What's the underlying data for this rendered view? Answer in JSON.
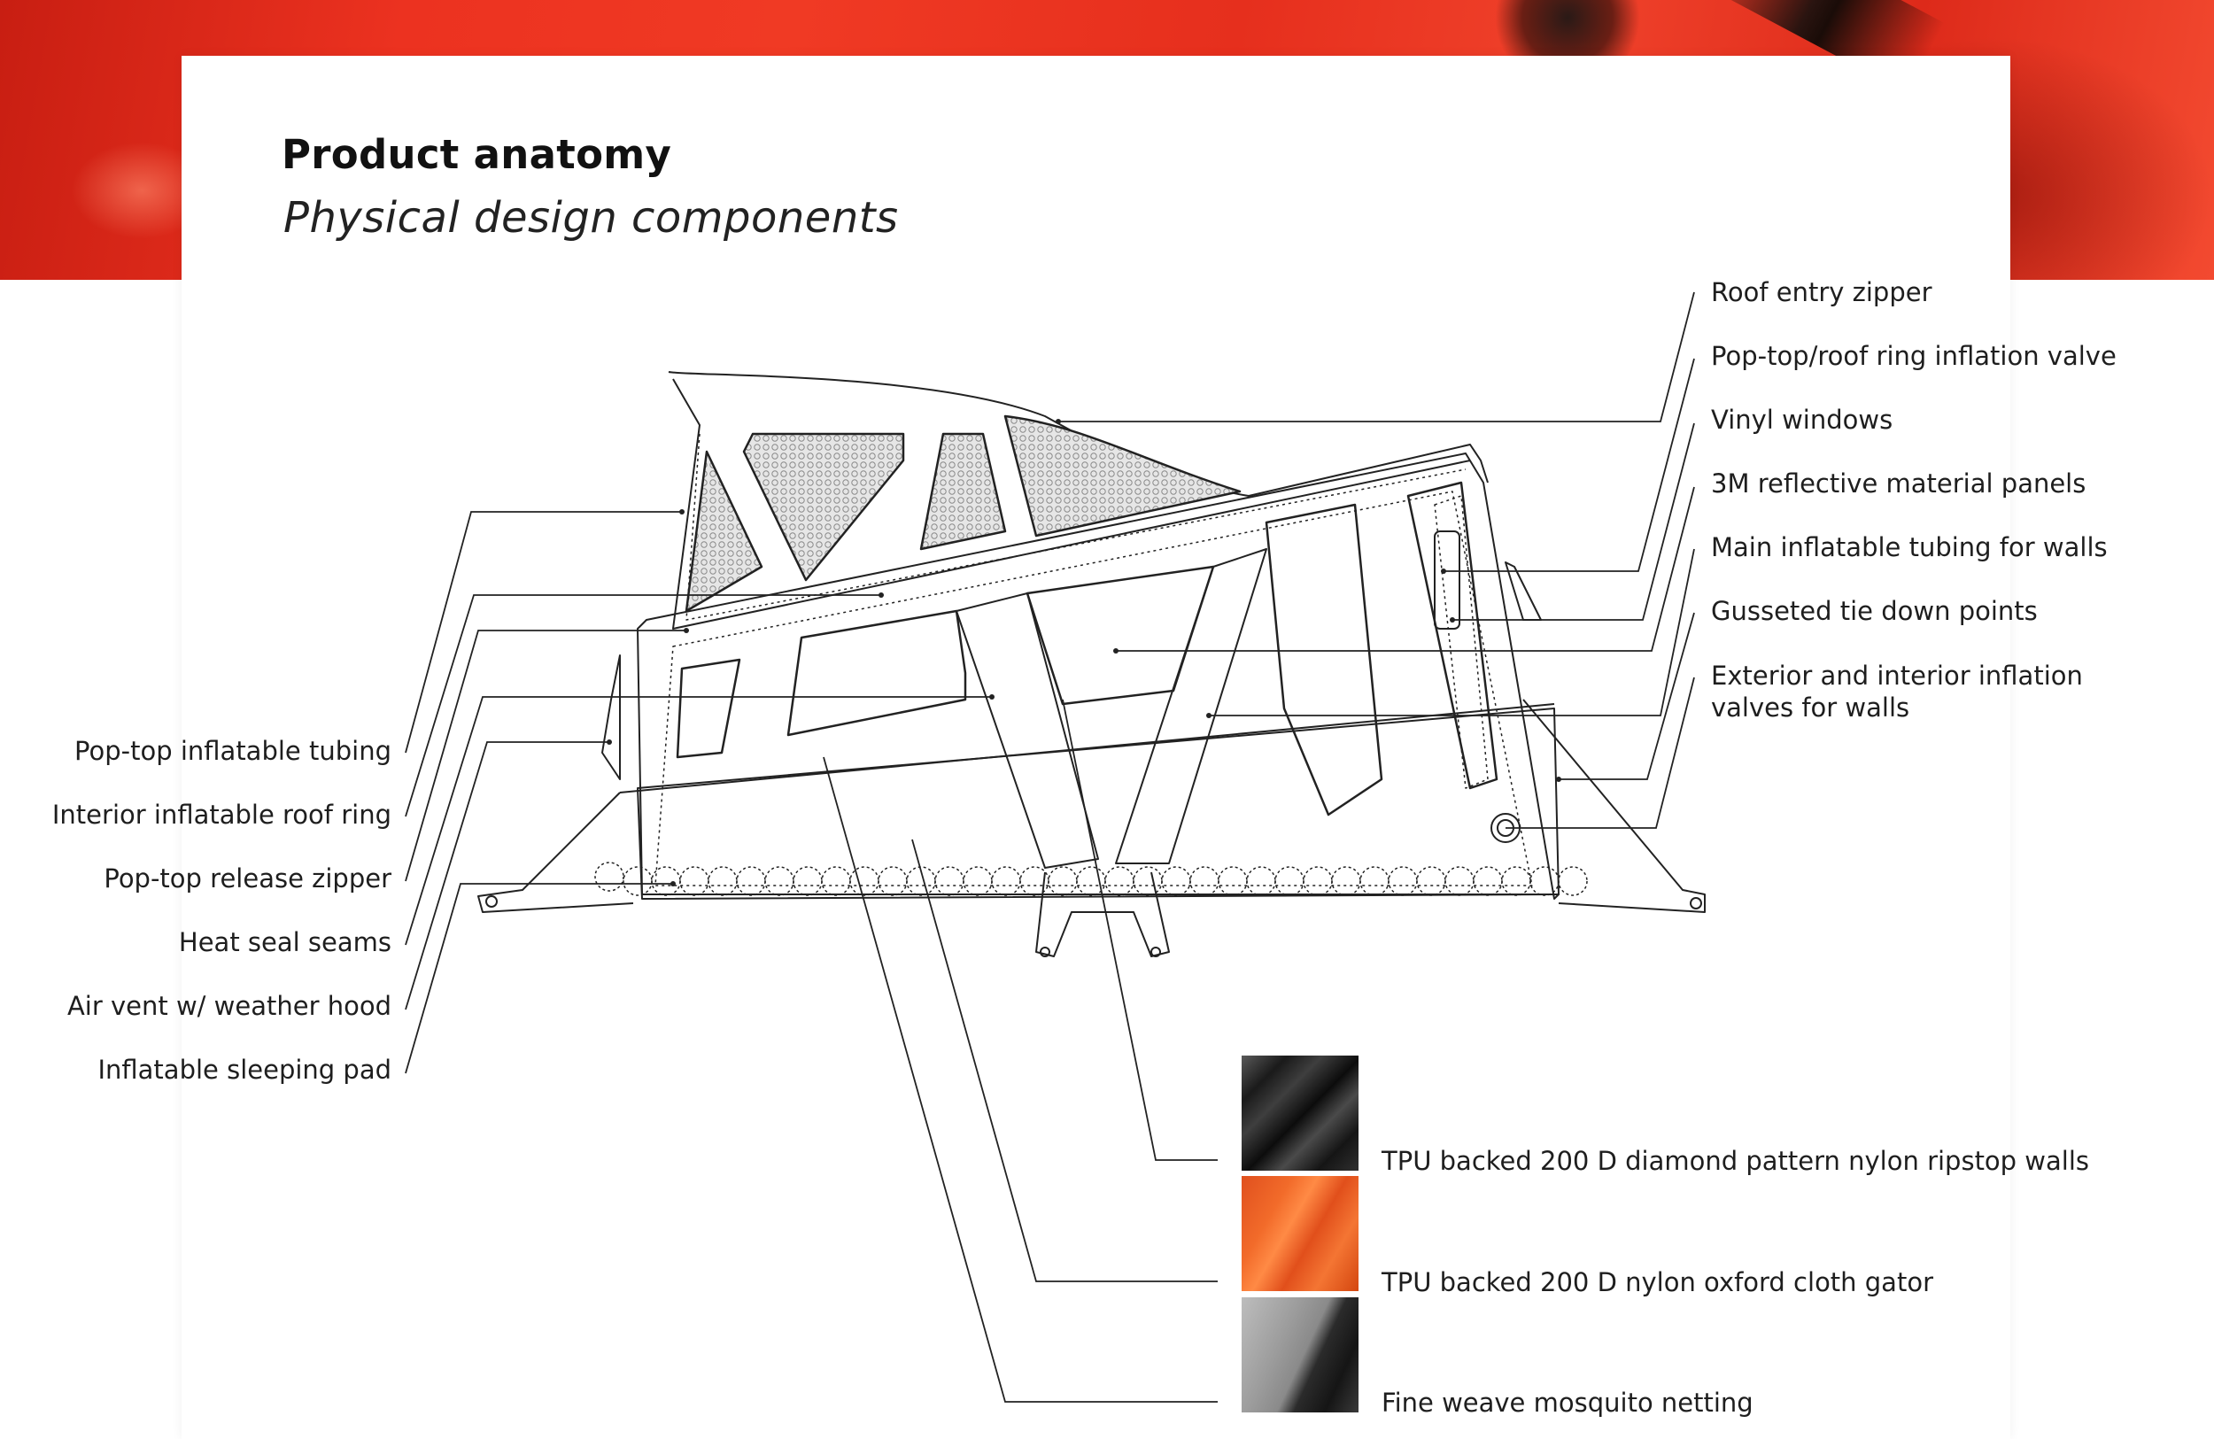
{
  "header": {
    "title": "Product anatomy",
    "subtitle": "Physical design components"
  },
  "labels_right": [
    "Roof entry zipper",
    "Pop-top/roof ring inflation valve",
    "Vinyl windows",
    "3M reflective material panels",
    "Main inflatable tubing for walls",
    "Gusseted tie down points",
    "Exterior and interior inflation valves for walls"
  ],
  "labels_left": [
    "Pop-top inflatable tubing",
    "Interior inflatable roof ring",
    "Pop-top release zipper",
    "Heat seal seams",
    "Air vent w/ weather hood",
    "Inflatable sleeping pad"
  ],
  "materials": [
    {
      "label": "TPU backed 200 D diamond pattern nylon ripstop walls",
      "swatch": "black-ripstop-fabric"
    },
    {
      "label": "TPU backed 200 D nylon oxford cloth gator",
      "swatch": "orange-oxford-fabric"
    },
    {
      "label": "Fine weave mosquito netting",
      "swatch": "grey-mesh-fabric"
    }
  ],
  "colors": {
    "hero_red": "#ec3220",
    "line": "#222222",
    "text": "#1e1e1e"
  }
}
